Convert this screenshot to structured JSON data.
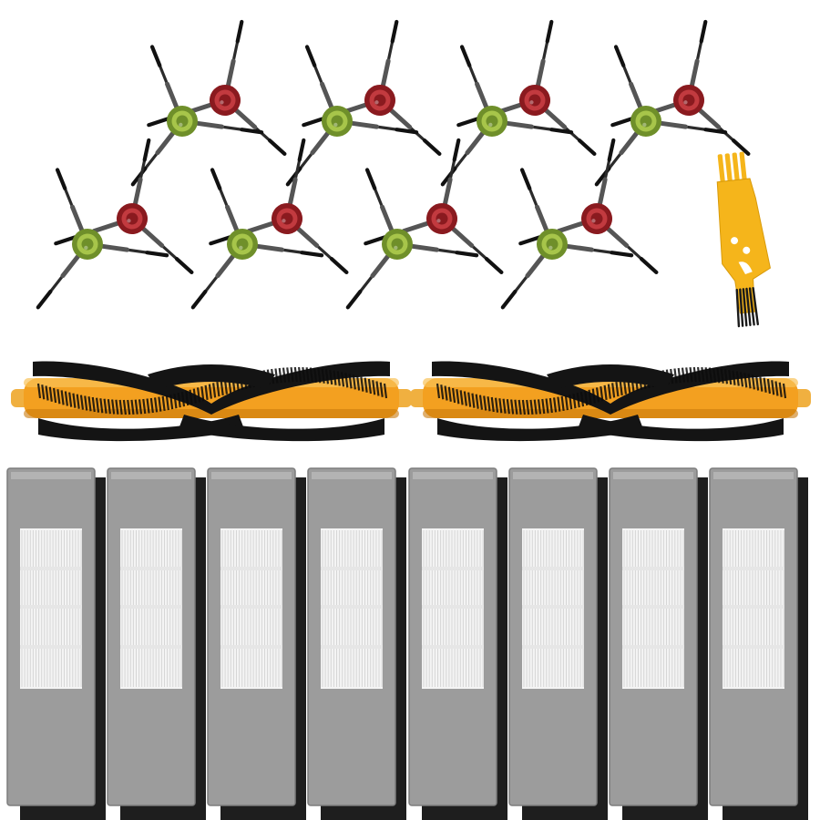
{
  "scene": {
    "background": "#ffffff",
    "colors": {
      "brush_arm": "#2b2b2b",
      "hub_red": "#8a1a1f",
      "hub_red_light": "#c23a3f",
      "hub_green": "#6f8f2a",
      "hub_green_light": "#a7c54a",
      "roller_core": "#f3a020",
      "roller_core_dark": "#c97a0c",
      "roller_blade": "#141414",
      "roller_cap": "#f0b040",
      "filter_frame": "#9c9c9c",
      "filter_frame_edge": "#7d7d7d",
      "filter_media": "#f4f4f4",
      "filter_pleat": "#d6d6d6",
      "filter_foam": "#1e1e1e",
      "tool_body": "#f5b51b",
      "tool_bristle": "#1a1a1a"
    }
  },
  "side_brush_pairs": [
    {
      "id": "pair-1",
      "hub_colors": [
        "green",
        "red"
      ]
    },
    {
      "id": "pair-2",
      "hub_colors": [
        "green",
        "red"
      ]
    },
    {
      "id": "pair-3",
      "hub_colors": [
        "green",
        "red"
      ]
    },
    {
      "id": "pair-4",
      "hub_colors": [
        "green",
        "red"
      ]
    },
    {
      "id": "pair-5",
      "hub_colors": [
        "green",
        "red"
      ]
    },
    {
      "id": "pair-6",
      "hub_colors": [
        "green",
        "red"
      ]
    },
    {
      "id": "pair-7",
      "hub_colors": [
        "green",
        "red"
      ]
    },
    {
      "id": "pair-8",
      "hub_colors": [
        "green",
        "red"
      ]
    }
  ],
  "main_rollers": [
    {
      "id": "roller-1",
      "kind": "bristle-rubber-main-brush"
    },
    {
      "id": "roller-2",
      "kind": "bristle-rubber-main-brush"
    }
  ],
  "filters": [
    {
      "id": "filter-1",
      "kind": "hepa-filter-with-foam"
    },
    {
      "id": "filter-2",
      "kind": "hepa-filter-with-foam"
    },
    {
      "id": "filter-3",
      "kind": "hepa-filter-with-foam"
    },
    {
      "id": "filter-4",
      "kind": "hepa-filter-with-foam"
    },
    {
      "id": "filter-5",
      "kind": "hepa-filter-with-foam"
    },
    {
      "id": "filter-6",
      "kind": "hepa-filter-with-foam"
    },
    {
      "id": "filter-7",
      "kind": "hepa-filter-with-foam"
    },
    {
      "id": "filter-8",
      "kind": "hepa-filter-with-foam"
    }
  ],
  "cleaning_tool": {
    "kind": "cleaning-brush-tool",
    "icon": "comb-brush-icon"
  }
}
